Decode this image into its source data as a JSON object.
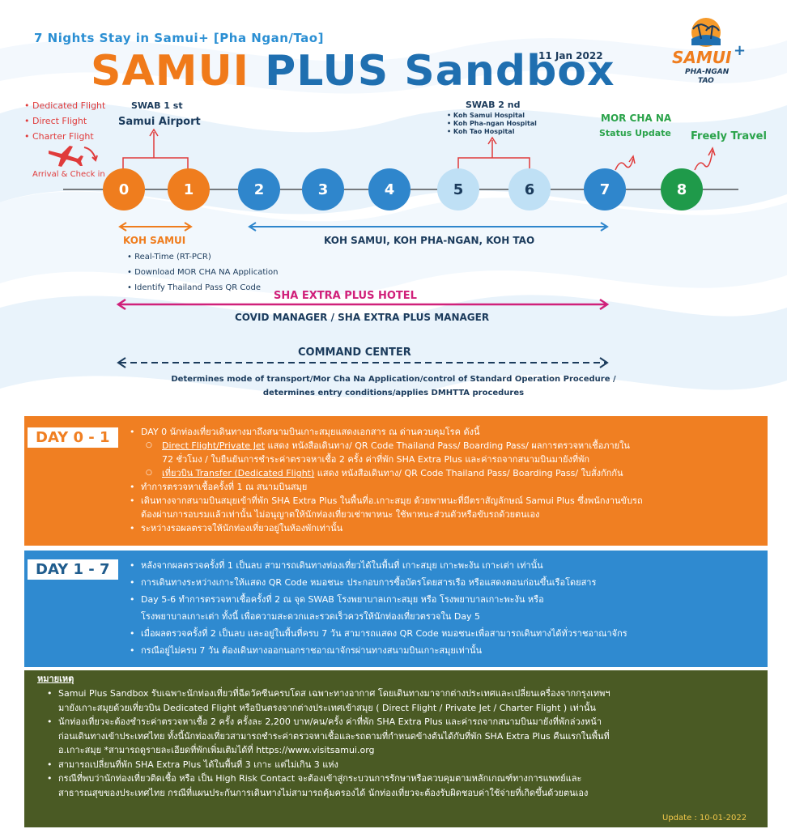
{
  "header": {
    "subtitle": "7 Nights Stay in Samui+ [Pha Ngan/Tao]",
    "title_part1": "SAMUI",
    "title_part2": "PLUS Sandbox",
    "date": "11 Jan 2022",
    "logo_text_main": "SAMUI",
    "logo_text_sub1": "PHA-NGAN",
    "logo_text_sub2": "TAO"
  },
  "arrival": {
    "flights": [
      "Dedicated Flight",
      "Direct Flight",
      "Charter Flight"
    ],
    "label": "Arrival & Check in"
  },
  "swab1": {
    "label": "SWAB 1 st",
    "location": "Samui Airport"
  },
  "swab2": {
    "label": "SWAB 2 nd",
    "hospitals": [
      "Koh Samui Hospital",
      "Koh Pha-ngan Hospital",
      "Koh Tao Hospital"
    ]
  },
  "mor_cha_na": {
    "label": "MOR CHA NA",
    "sub": "Status Update"
  },
  "freely": "Freely Travel",
  "timeline": {
    "days": [
      "0",
      "1",
      "2",
      "3",
      "4",
      "5",
      "6",
      "7",
      "8"
    ]
  },
  "koh_samui": {
    "label": "KOH SAMUI",
    "items": [
      "Real-Time (RT-PCR)",
      "Download MOR CHA NA Application",
      "Identify Thailand Pass QR Code"
    ]
  },
  "koh_all": "KOH SAMUI, KOH PHA-NGAN, KOH TAO",
  "sha_hotel": "SHA EXTRA PLUS HOTEL",
  "covid_manager": "COVID MANAGER / SHA EXTRA PLUS MANAGER",
  "command_center": {
    "label": "COMMAND CENTER",
    "desc1": "Determines mode of transport/Mor Cha Na  Application/control of Standard Operation Procedure /",
    "desc2": "determines entry conditions/applies DMHTTA procedures"
  },
  "day01": {
    "label": "DAY 0 - 1",
    "b1": "DAY 0  นักท่องเที่ยวเดินทางมาถึงสนามบินเกาะสมุยแสดงเอกสาร ณ ด่านควบคุมโรค ดังนี้",
    "s1_link": "Direct Flight/Private Jet",
    "s1_text": " แสดง หนังสือเดินทาง/ QR Code Thailand Pass/ Boarding Pass/ ผลการตรวจหาเชื้อภายใน",
    "s1_text2": "72 ชั่วโมง / ใบยืนยันการชำระค่าตรวจหาเชื้อ 2 ครั้ง ค่าที่พัก SHA Extra Plus และค่ารถจากสนามบินมายังที่พัก",
    "s2_link": "เที่ยวบิน Transfer (Dedicated Flight)",
    "s2_text": "  แสดง หนังสือเดินทาง/ QR Code Thailand Pass/ Boarding Pass/ ใบสั่งกักกัน",
    "b2": "ทำการตรวจหาเชื้อครั้งที่ 1  ณ  สนามบินสมุย",
    "b3a": "เดินทางจากสนามบินสมุยเข้าที่พัก SHA Extra Plus ในพื้นที่อ.เกาะสมุย ด้วยพาหนะที่มีตราสัญลักษณ์ Samui Plus ซึ่งพนักงานขับรถ",
    "b3b": "ต้องผ่านการอบรมแล้วเท่านั้น ไม่อนุญาตให้นักท่องเที่ยวเช่าพาหนะ ใช้พาหนะส่วนตัวหรือขับรถด้วยตนเอง",
    "b4": "ระหว่างรอผลตรวจให้นักท่องเที่ยวอยู่ในห้องพักเท่านั้น"
  },
  "day17": {
    "label": "DAY 1 - 7",
    "b1": "หลังจากผลตรวจครั้งที่ 1 เป็นลบ สามารถเดินทางท่องเที่ยวได้ในพื้นที่ เกาะสมุย เกาะพะงัน เกาะเต่า เท่านั้น",
    "b2": "การเดินทางระหว่างเกาะให้แสดง QR Code หมอชนะ ประกอบการซื้อบัตรโดยสารเรือ หรือแสดงตอนก่อนขึ้นเรือโดยสาร",
    "b3a": "Day 5-6 ทำการตรวจหาเชื้อครั้งที่ 2 ณ จุด SWAB โรงพยาบาลเกาะสมุย หรือ โรงพยาบาลเกาะพะงัน หรือ",
    "b3b": "โรงพยาบาลเกาะเต่า ทั้งนี้ เพื่อความสะดวกและรวดเร็วควรให้นักท่องเที่ยวตรวจใน Day 5",
    "b4": "เมื่อผลตรวจครั้งที่ 2 เป็นลบ และอยู่ในพื้นที่ครบ 7 วัน สามารถแสดง QR Code หมอชนะเพื่อสามารถเดินทางได้ทั่วราชอาณาจักร",
    "b5": "กรณีอยู่ไม่ครบ 7 วัน ต้องเดินทางออกนอกราชอาณาจักรผ่านทางสนามบินเกาะสมุยเท่านั้น"
  },
  "notes": {
    "title": "หมายเหตุ",
    "n1a": "Samui Plus Sandbox รับเฉพาะนักท่องเที่ยวที่ฉีดวัคซีนครบโดส เฉพาะทางอากาศ โดยเดินทางมาจากต่างประเทศและเปลี่ยนเครื่องจากกรุงเทพฯ",
    "n1b": "มายังเกาะสมุยด้วยเที่ยวบิน Dedicated Flight หรือบินตรงจากต่างประเทศเข้าสมุย ( Direct Flight / Private Jet / Charter Flight ) เท่านั้น",
    "n2a": "นักท่องเที่ยวจะต้องชำระค่าตรวจหาเชื้อ 2 ครั้ง ครั้งละ 2,200 บาท/คน/ครั้ง ค่าที่พัก SHA Extra Plus และค่ารถจากสนามบินมายังที่พักล่วงหน้า",
    "n2b": "ก่อนเดินทางเข้าประเทศไทย ทั้งนี้นักท่องเที่ยวสามารถชำระค่าตรวจหาเชื้อและรถตามที่กำหนดข้างต้นได้กับที่พัก SHA Extra Plus คืนแรกในพื้นที่",
    "n2c": "อ.เกาะสมุย   *สามารถดูรายละเอียดที่พักเพิ่มเติมได้ที่ https://www.visitsamui.org",
    "n3": "สามารถเปลี่ยนที่พัก SHA Extra Plus ได้ในพื้นที่ 3 เกาะ แต่ไม่เกิน 3 แห่ง",
    "n4a": "กรณีที่พบว่านักท่องเที่ยวติดเชื้อ หรือ เป็น High Risk Contact จะต้องเข้าสู่กระบวนการรักษาหรือควบคุมตามหลักเกณฑ์ทางการแพทย์และ",
    "n4b": "สาธารณสุขของประเทศไทย กรณีที่แผนประกันการเดินทางไม่สามารถคุ้มครองได้ นักท่องเที่ยวจะต้องรับผิดชอบค่าใช้จ่ายที่เกิดขึ้นด้วยตนเอง",
    "update": "Update : 10-01-2022"
  },
  "colors": {
    "orange": "#ef7d1e",
    "blue": "#2f86cc",
    "navy": "#1b3b5c",
    "green": "#1f9a4a",
    "magenta": "#d0207a",
    "olive": "#4a5a24"
  }
}
